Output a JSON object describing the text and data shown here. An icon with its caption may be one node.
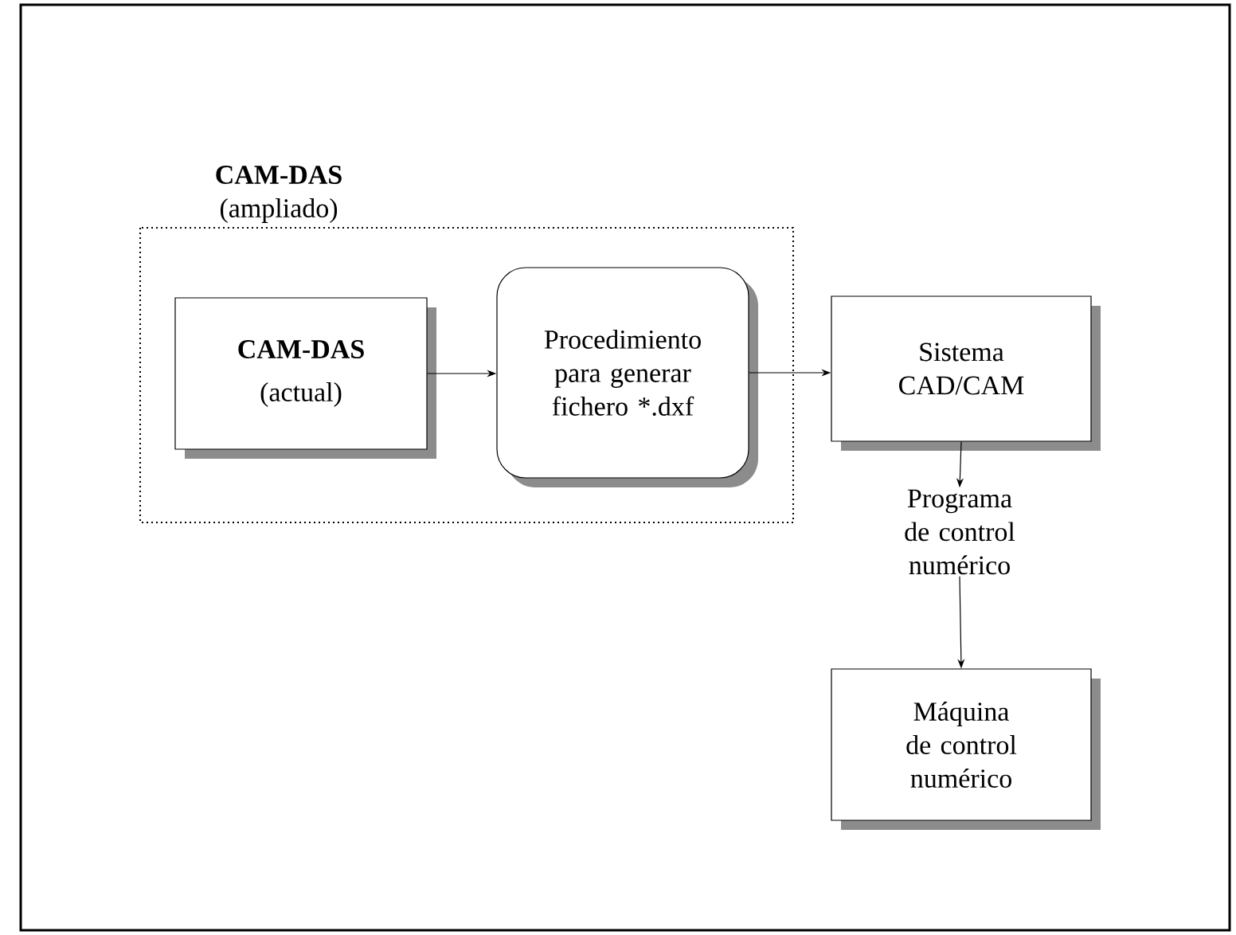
{
  "diagram": {
    "nodes": [
      {
        "text": [
          "CAM-DAS",
          "(ampliado)"
        ]
      },
      {
        "text": [
          "CAM-DAS",
          "(actual)"
        ],
        "in": 0
      },
      {
        "text": [
          "Procedimiento para generar fichero *.dxf"
        ],
        "in": 0
      },
      {
        "text": [
          "Sistema CAD/CAM"
        ]
      },
      {
        "text": [
          "Programa de control numérico"
        ]
      },
      {
        "text": [
          "Máquina de control numérico"
        ]
      }
    ],
    "edges": [
      {
        "from": 1,
        "to": 2,
        "arrow": "to"
      },
      {
        "from": 2,
        "to": 3,
        "arrow": "to"
      },
      {
        "from": 3,
        "to": 4,
        "arrow": "to"
      },
      {
        "from": 4,
        "to": 5,
        "arrow": "to"
      }
    ]
  }
}
